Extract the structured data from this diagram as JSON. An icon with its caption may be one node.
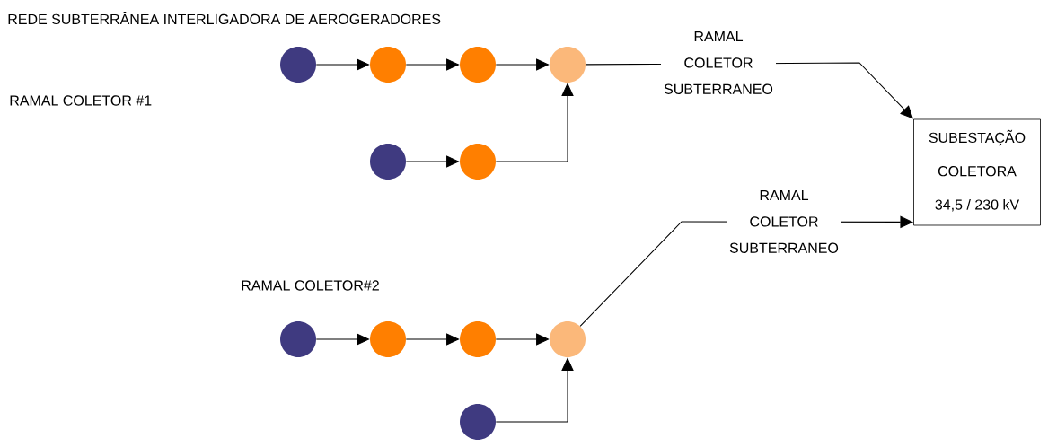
{
  "diagram": {
    "title": "REDE SUBTERRÂNEA INTERLIGADORA DE AEROGERADORES",
    "nodes": [
      {
        "text": [],
        "shape": "circle"
      },
      {
        "text": [],
        "shape": "circle"
      },
      {
        "text": [],
        "shape": "circle"
      },
      {
        "text": [],
        "shape": "circle"
      },
      {
        "text": [],
        "shape": "circle"
      },
      {
        "text": [],
        "shape": "circle"
      },
      {
        "text": [
          "SUBESTAÇÃO",
          "COLETORA",
          "34,5 / 230 kV"
        ]
      },
      {
        "text": [],
        "shape": "circle"
      },
      {
        "text": [],
        "shape": "circle"
      },
      {
        "text": [],
        "shape": "circle"
      },
      {
        "text": [],
        "shape": "circle"
      },
      {
        "text": [],
        "shape": "circle"
      }
    ],
    "edges": [
      {
        "from": 0,
        "to": 1,
        "arrow": "to"
      },
      {
        "from": 1,
        "to": 2,
        "arrow": "to"
      },
      {
        "from": 2,
        "to": 3,
        "arrow": "to"
      },
      {
        "from": 4,
        "to": 5,
        "arrow": "to"
      },
      {
        "from": 5,
        "to": 3,
        "arrow": "to"
      },
      {
        "from": 3,
        "to": 6,
        "arrow": "to",
        "label": "RAMAL COLETOR SUBTERRANEO"
      },
      {
        "from": 7,
        "to": 8,
        "arrow": "to"
      },
      {
        "from": 8,
        "to": 9,
        "arrow": "to"
      },
      {
        "from": 9,
        "to": 10,
        "arrow": "to"
      },
      {
        "from": 11,
        "to": 10,
        "arrow": "to"
      },
      {
        "from": 10,
        "to": 6,
        "arrow": "to",
        "label": "RAMAL COLETOR SUBTERRANEO"
      }
    ],
    "labels": [
      "RAMAL COLETOR #1",
      "RAMAL COLETOR#2"
    ]
  }
}
